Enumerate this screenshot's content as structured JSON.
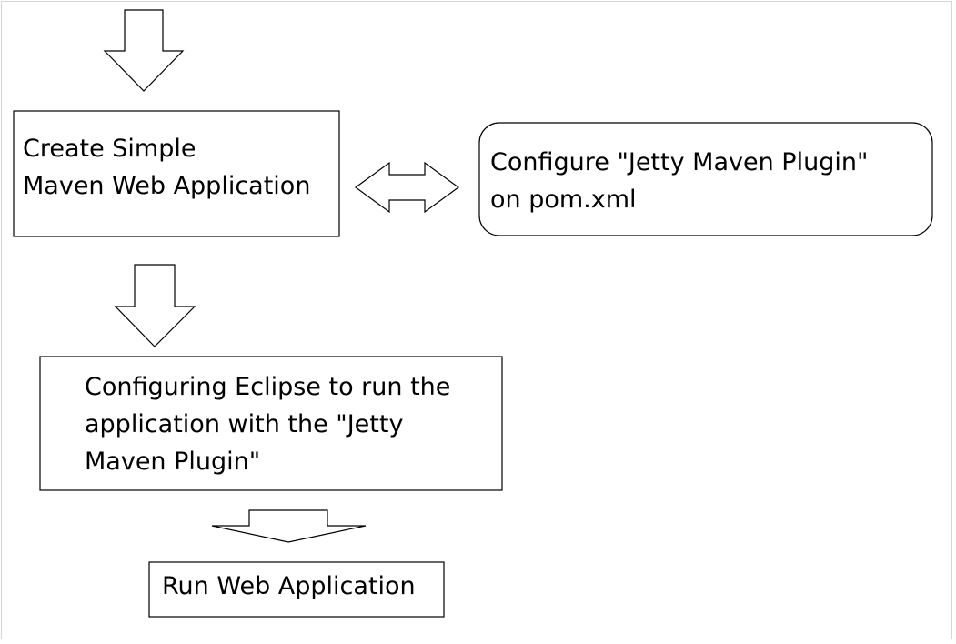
{
  "diagram": {
    "colors": {
      "stroke": "#000000",
      "fill": "#ffffff",
      "frame": "#b9dfe9"
    },
    "steps": {
      "create": "Create Simple\nMaven Web Application",
      "configure_plugin": "Configure \"Jetty Maven Plugin\"\non pom.xml",
      "configure_eclipse": "Configuring Eclipse to run the\napplication with the \"Jetty\nMaven Plugin\"",
      "run": "Run Web Application"
    }
  }
}
